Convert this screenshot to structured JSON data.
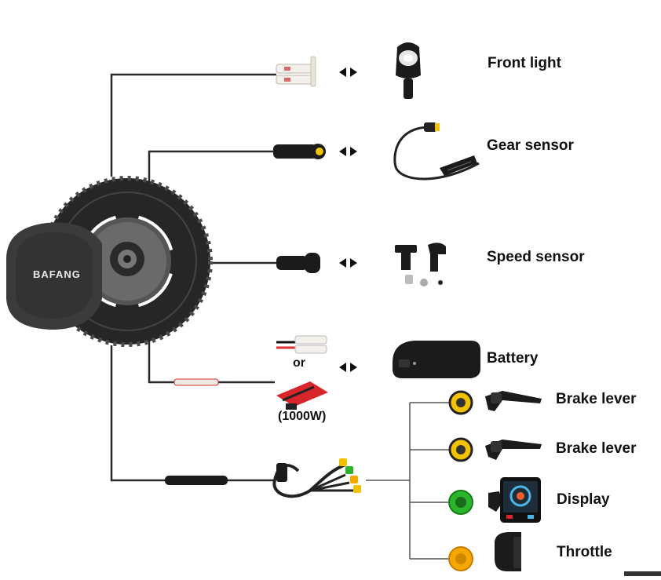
{
  "motor": {
    "brand": "BAFANG"
  },
  "components": {
    "front_light": "Front light",
    "gear_sensor": "Gear sensor",
    "speed_sensor": "Speed sensor",
    "battery": "Battery",
    "brake_lever_1": "Brake lever",
    "brake_lever_2": "Brake lever",
    "display": "Display",
    "throttle": "Throttle"
  },
  "battery_options": {
    "or": "or",
    "power": "(1000W)"
  },
  "icons": {
    "arrow": "double-arrow-icon",
    "motor": "mid-drive-motor-icon"
  },
  "colors": {
    "connector_yellow": "#f2c200",
    "connector_green": "#2cb32c",
    "connector_orange": "#f5a800",
    "battery_red": "#d8252b",
    "motor_dark": "#2a2a2a"
  }
}
